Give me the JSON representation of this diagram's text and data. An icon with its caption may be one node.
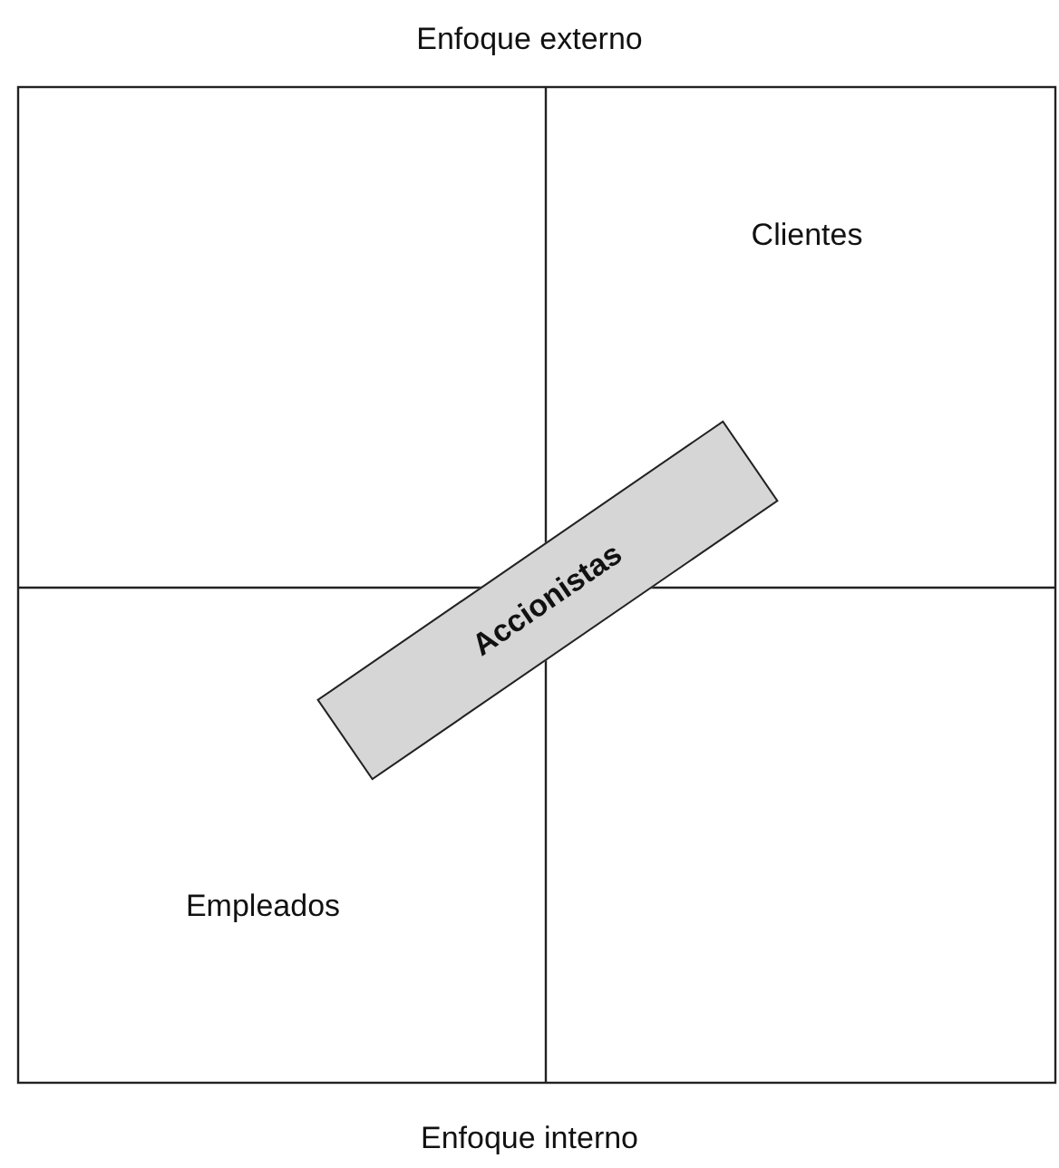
{
  "diagram": {
    "nodes": [
      {
        "text": [
          "Accionistas"
        ]
      }
    ],
    "labels": [
      "Enfoque externo",
      "Clientes",
      "Empleados",
      "Enfoque interno"
    ]
  }
}
